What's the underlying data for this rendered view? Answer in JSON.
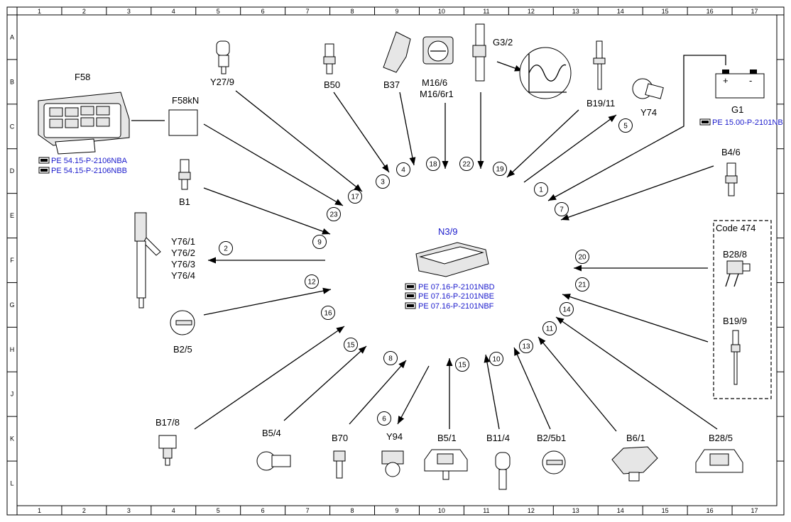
{
  "grid": {
    "columns": [
      "1",
      "2",
      "3",
      "4",
      "5",
      "6",
      "7",
      "8",
      "9",
      "10",
      "11",
      "12",
      "13",
      "14",
      "15",
      "16",
      "17"
    ],
    "rows": [
      "A",
      "B",
      "C",
      "D",
      "E",
      "F",
      "G",
      "H",
      "J",
      "K",
      "L"
    ]
  },
  "center": {
    "label": "N3/9",
    "refs": [
      "PE 07.16-P-2101NBD",
      "PE 07.16-P-2101NBE",
      "PE 07.16-P-2101NBF"
    ]
  },
  "components": {
    "F58": "F58",
    "F58_refs": [
      "PE 54.15-P-2106NBA",
      "PE 54.15-P-2106NBB"
    ],
    "F58kN": "F58kN",
    "Y27_9": "Y27/9",
    "B50": "B50",
    "B37": "B37",
    "M16_6": "M16/6",
    "M16_6r1": "M16/6r1",
    "G3_2": "G3/2",
    "B19_11": "B19/11",
    "Y74": "Y74",
    "G1": "G1",
    "G1_ref": "PE 15.00-P-2101NB",
    "B1": "B1",
    "B4_6": "B4/6",
    "Y76": [
      "Y76/1",
      "Y76/2",
      "Y76/3",
      "Y76/4"
    ],
    "B2_5": "B2/5",
    "code_box": "Code 474",
    "B28_8": "B28/8",
    "B19_9": "B19/9",
    "B17_8": "B17/8",
    "B5_4": "B5/4",
    "B70": "B70",
    "Y94": "Y94",
    "B5_1": "B5/1",
    "B11_4": "B11/4",
    "B2_5b1": "B2/5b1",
    "B6_1": "B6/1",
    "B28_5": "B28/5"
  },
  "signal_numbers": [
    "1",
    "2",
    "3",
    "4",
    "5",
    "6",
    "7",
    "8",
    "9",
    "10",
    "11",
    "12",
    "13",
    "14",
    "15",
    "15",
    "16",
    "17",
    "18",
    "19",
    "20",
    "21",
    "22",
    "23"
  ]
}
